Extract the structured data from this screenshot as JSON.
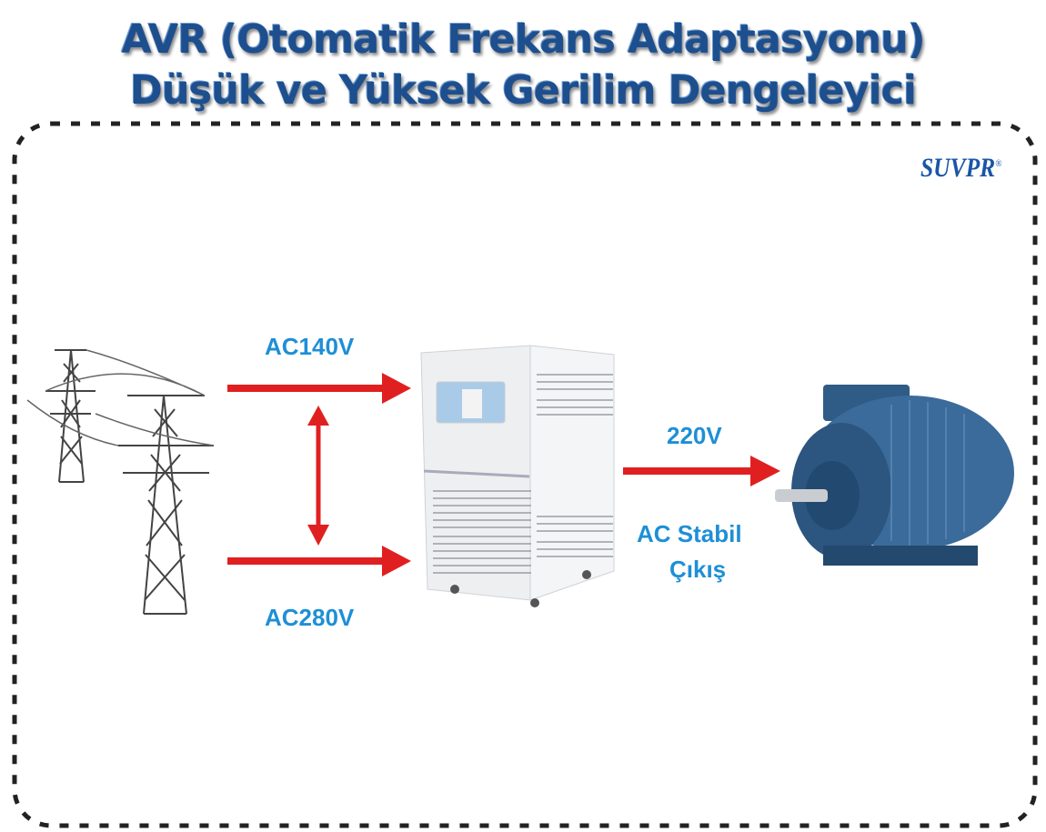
{
  "title": {
    "line1": "AVR (Otomatik Frekans Adaptasyonu)",
    "line2": "Düşük ve Yüksek Gerilim Dengeleyici"
  },
  "logo": {
    "text": "SUVPR",
    "mark": "®"
  },
  "labels": {
    "input_low": "AC140V",
    "input_high": "AC280V",
    "output_voltage": "220V",
    "output_line1": "AC Stabil",
    "output_line2": "Çıkış"
  },
  "colors": {
    "title": "#1d4f8f",
    "label": "#1e8fd6",
    "arrow": "#e02020",
    "border": "#222222"
  }
}
